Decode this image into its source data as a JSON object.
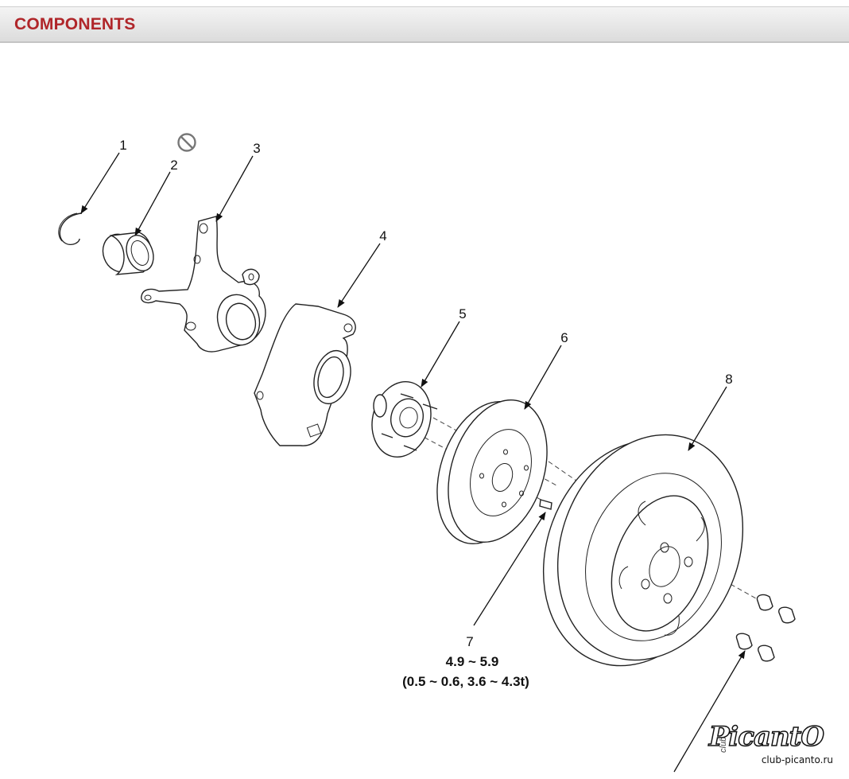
{
  "header": {
    "title": "COMPONENTS"
  },
  "diagram": {
    "callouts": [
      {
        "number": "1"
      },
      {
        "number": "2"
      },
      {
        "number": "3"
      },
      {
        "number": "4"
      },
      {
        "number": "5"
      },
      {
        "number": "6"
      },
      {
        "number": "7"
      },
      {
        "number": "8"
      }
    ],
    "torque_spec": {
      "line1": "4.9 ~ 5.9",
      "line2": "(0.5 ~ 0.6, 3.6 ~ 4.3t)"
    },
    "symbols": {
      "do_not_reuse": "prohibition-symbol"
    }
  },
  "watermark": {
    "prefix": "club",
    "word": "PicantO",
    "url": "club-picanto.ru"
  }
}
